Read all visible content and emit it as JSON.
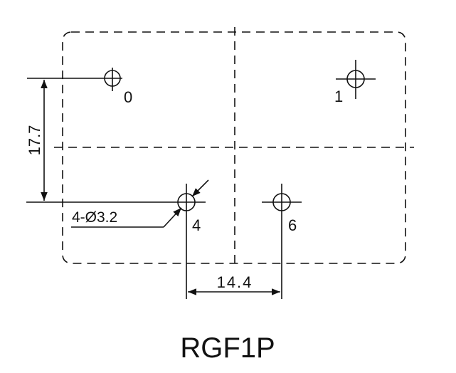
{
  "title": "RGF1P",
  "pins": [
    {
      "label": "0"
    },
    {
      "label": "1"
    },
    {
      "label": "4"
    },
    {
      "label": "6"
    }
  ],
  "dimensions": {
    "vertical": "17.7",
    "horizontal": "14.4",
    "hole_note": "4-Ø3.2"
  }
}
